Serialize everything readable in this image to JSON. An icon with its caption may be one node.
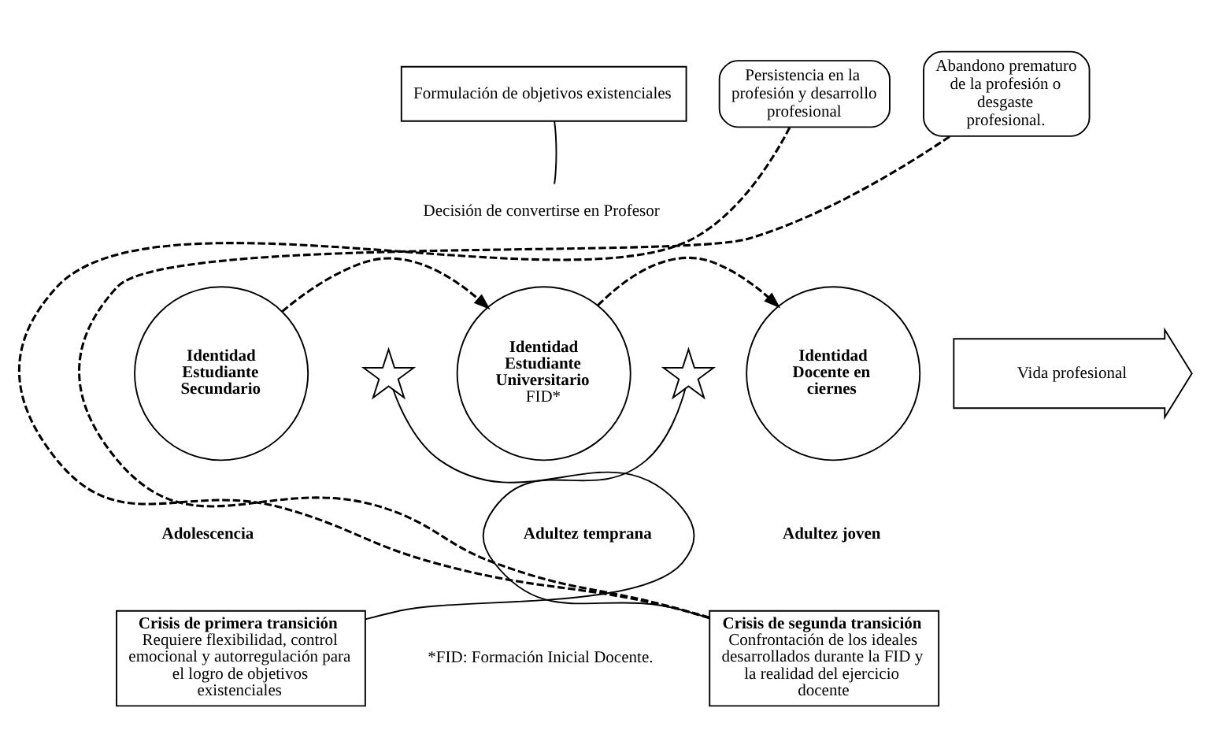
{
  "diagram": {
    "nodes": [
      {
        "text": [
          "Formulación de objetivos existenciales"
        ]
      },
      {
        "text": [
          "Decisión de convertirse en Profesor"
        ]
      },
      {
        "text": [
          "Identidad Estudiante Secundario"
        ]
      },
      {
        "text": [],
        "shape": "star"
      },
      {
        "text": [
          "Identidad Estudiante Universitario",
          "FID*"
        ]
      },
      {
        "text": [],
        "shape": "star"
      },
      {
        "text": [
          "Identidad Docente en ciernes"
        ]
      },
      {
        "text": [
          "Vida profesional"
        ]
      },
      {
        "text": [
          "Crisis de primera transición",
          "Requiere flexibilidad, control emocional y autorregulación para el logro de objetivos existenciales"
        ]
      },
      {
        "text": [
          "Crisis de segunda transición",
          "Confrontación de los ideales desarrollados durante la FID y la realidad del ejercicio docente"
        ]
      },
      {
        "text": [
          "Persistencia en la profesión y desarrollo profesional"
        ]
      },
      {
        "text": [
          "Abandono prematuro de la profesión o desgaste profesional."
        ]
      }
    ],
    "edges": [
      {
        "from": 1,
        "to": 0,
        "arrow": "none"
      },
      {
        "from": 2,
        "to": 4,
        "arrow": "to",
        "style": "dashed"
      },
      {
        "from": 4,
        "to": 6,
        "arrow": "to",
        "style": "dashed"
      },
      {
        "from": 8,
        "to": 3,
        "arrow": "none"
      },
      {
        "from": 9,
        "to": 5,
        "arrow": "none"
      },
      {
        "from": 9,
        "to": 10,
        "arrow": "none",
        "style": "dashed"
      },
      {
        "from": 9,
        "to": 11,
        "arrow": "none",
        "style": "dashed"
      }
    ],
    "labels": [
      "Adolescencia",
      "Adultez temprana",
      "Adultez joven",
      "*FID: Formación Inicial Docente."
    ]
  }
}
